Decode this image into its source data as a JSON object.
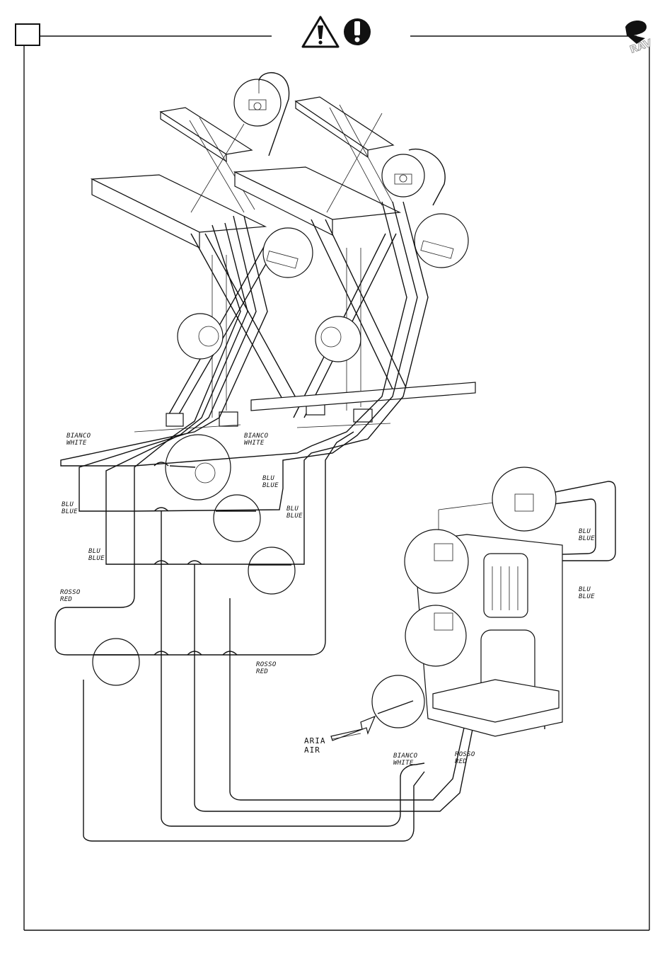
{
  "labels": {
    "bianco_top_left": [
      "BIANCO",
      "WHITE"
    ],
    "bianco_top_mid": [
      "BIANCO",
      "WHITE"
    ],
    "blu_1": [
      "BLU",
      "BLUE"
    ],
    "blu_2": [
      "BLU",
      "BLUE"
    ],
    "blu_3": [
      "BLU",
      "BLUE"
    ],
    "blu_4": [
      "BLU",
      "BLUE"
    ],
    "blu_right_1": [
      "BLU",
      "BLUE"
    ],
    "blu_right_2": [
      "BLU",
      "BLUE"
    ],
    "rosso_left": [
      "ROSSO",
      "RED"
    ],
    "rosso_bottom": [
      "ROSSO",
      "RED"
    ],
    "bianco_bottom": [
      "BIANCO",
      "WHITE"
    ],
    "rosso_unit": [
      "ROSSO",
      "RED"
    ],
    "aria": [
      "ARIA",
      "AIR"
    ]
  },
  "icons": {
    "warning": "warning-triangle-icon",
    "mandatory": "exclamation-circle-icon",
    "brand": "rav-logo"
  },
  "colors": {
    "line": "#111111",
    "background": "#ffffff"
  }
}
